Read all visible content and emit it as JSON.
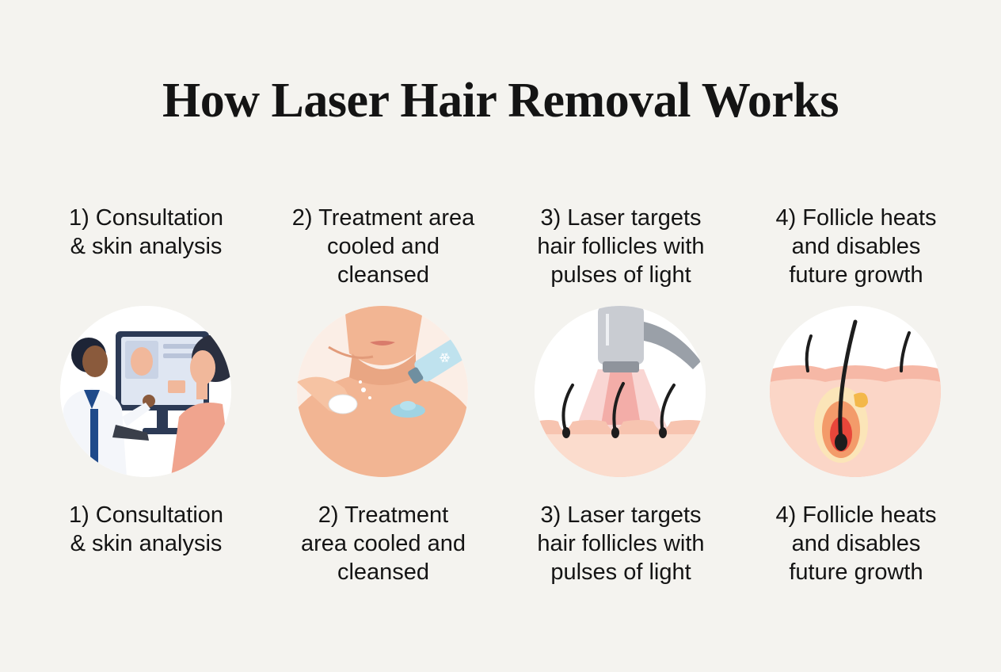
{
  "title": "How Laser Hair Removal Works",
  "steps": [
    {
      "caption_top": "1) Consultation\n& skin analysis",
      "caption_bottom": "1) Consultation\n& skin analysis",
      "icon": "consultation-illustration"
    },
    {
      "caption_top": "2) Treatment area\ncooled and\ncleansed",
      "caption_bottom": "2) Treatment\narea cooled and\ncleansed",
      "icon": "cooling-cleansing-illustration"
    },
    {
      "caption_top": "3) Laser targets\nhair follicles with\npulses of light",
      "caption_bottom": "3) Laser targets\nhair follicles with\npulses of light",
      "icon": "laser-pulse-illustration"
    },
    {
      "caption_top": "4) Follicle heats\nand disables\nfuture growth",
      "caption_bottom": "4) Follicle heats\nand disables\nfuture growth",
      "icon": "heated-follicle-illustration"
    }
  ],
  "colors": {
    "background": "#f4f3ef",
    "skin": "#f2b593",
    "skin_layer": "#f7c4b0",
    "laser_red": "#e8463a",
    "gel_blue": "#9fd3e3",
    "coat_blue": "#1f4a8a"
  }
}
